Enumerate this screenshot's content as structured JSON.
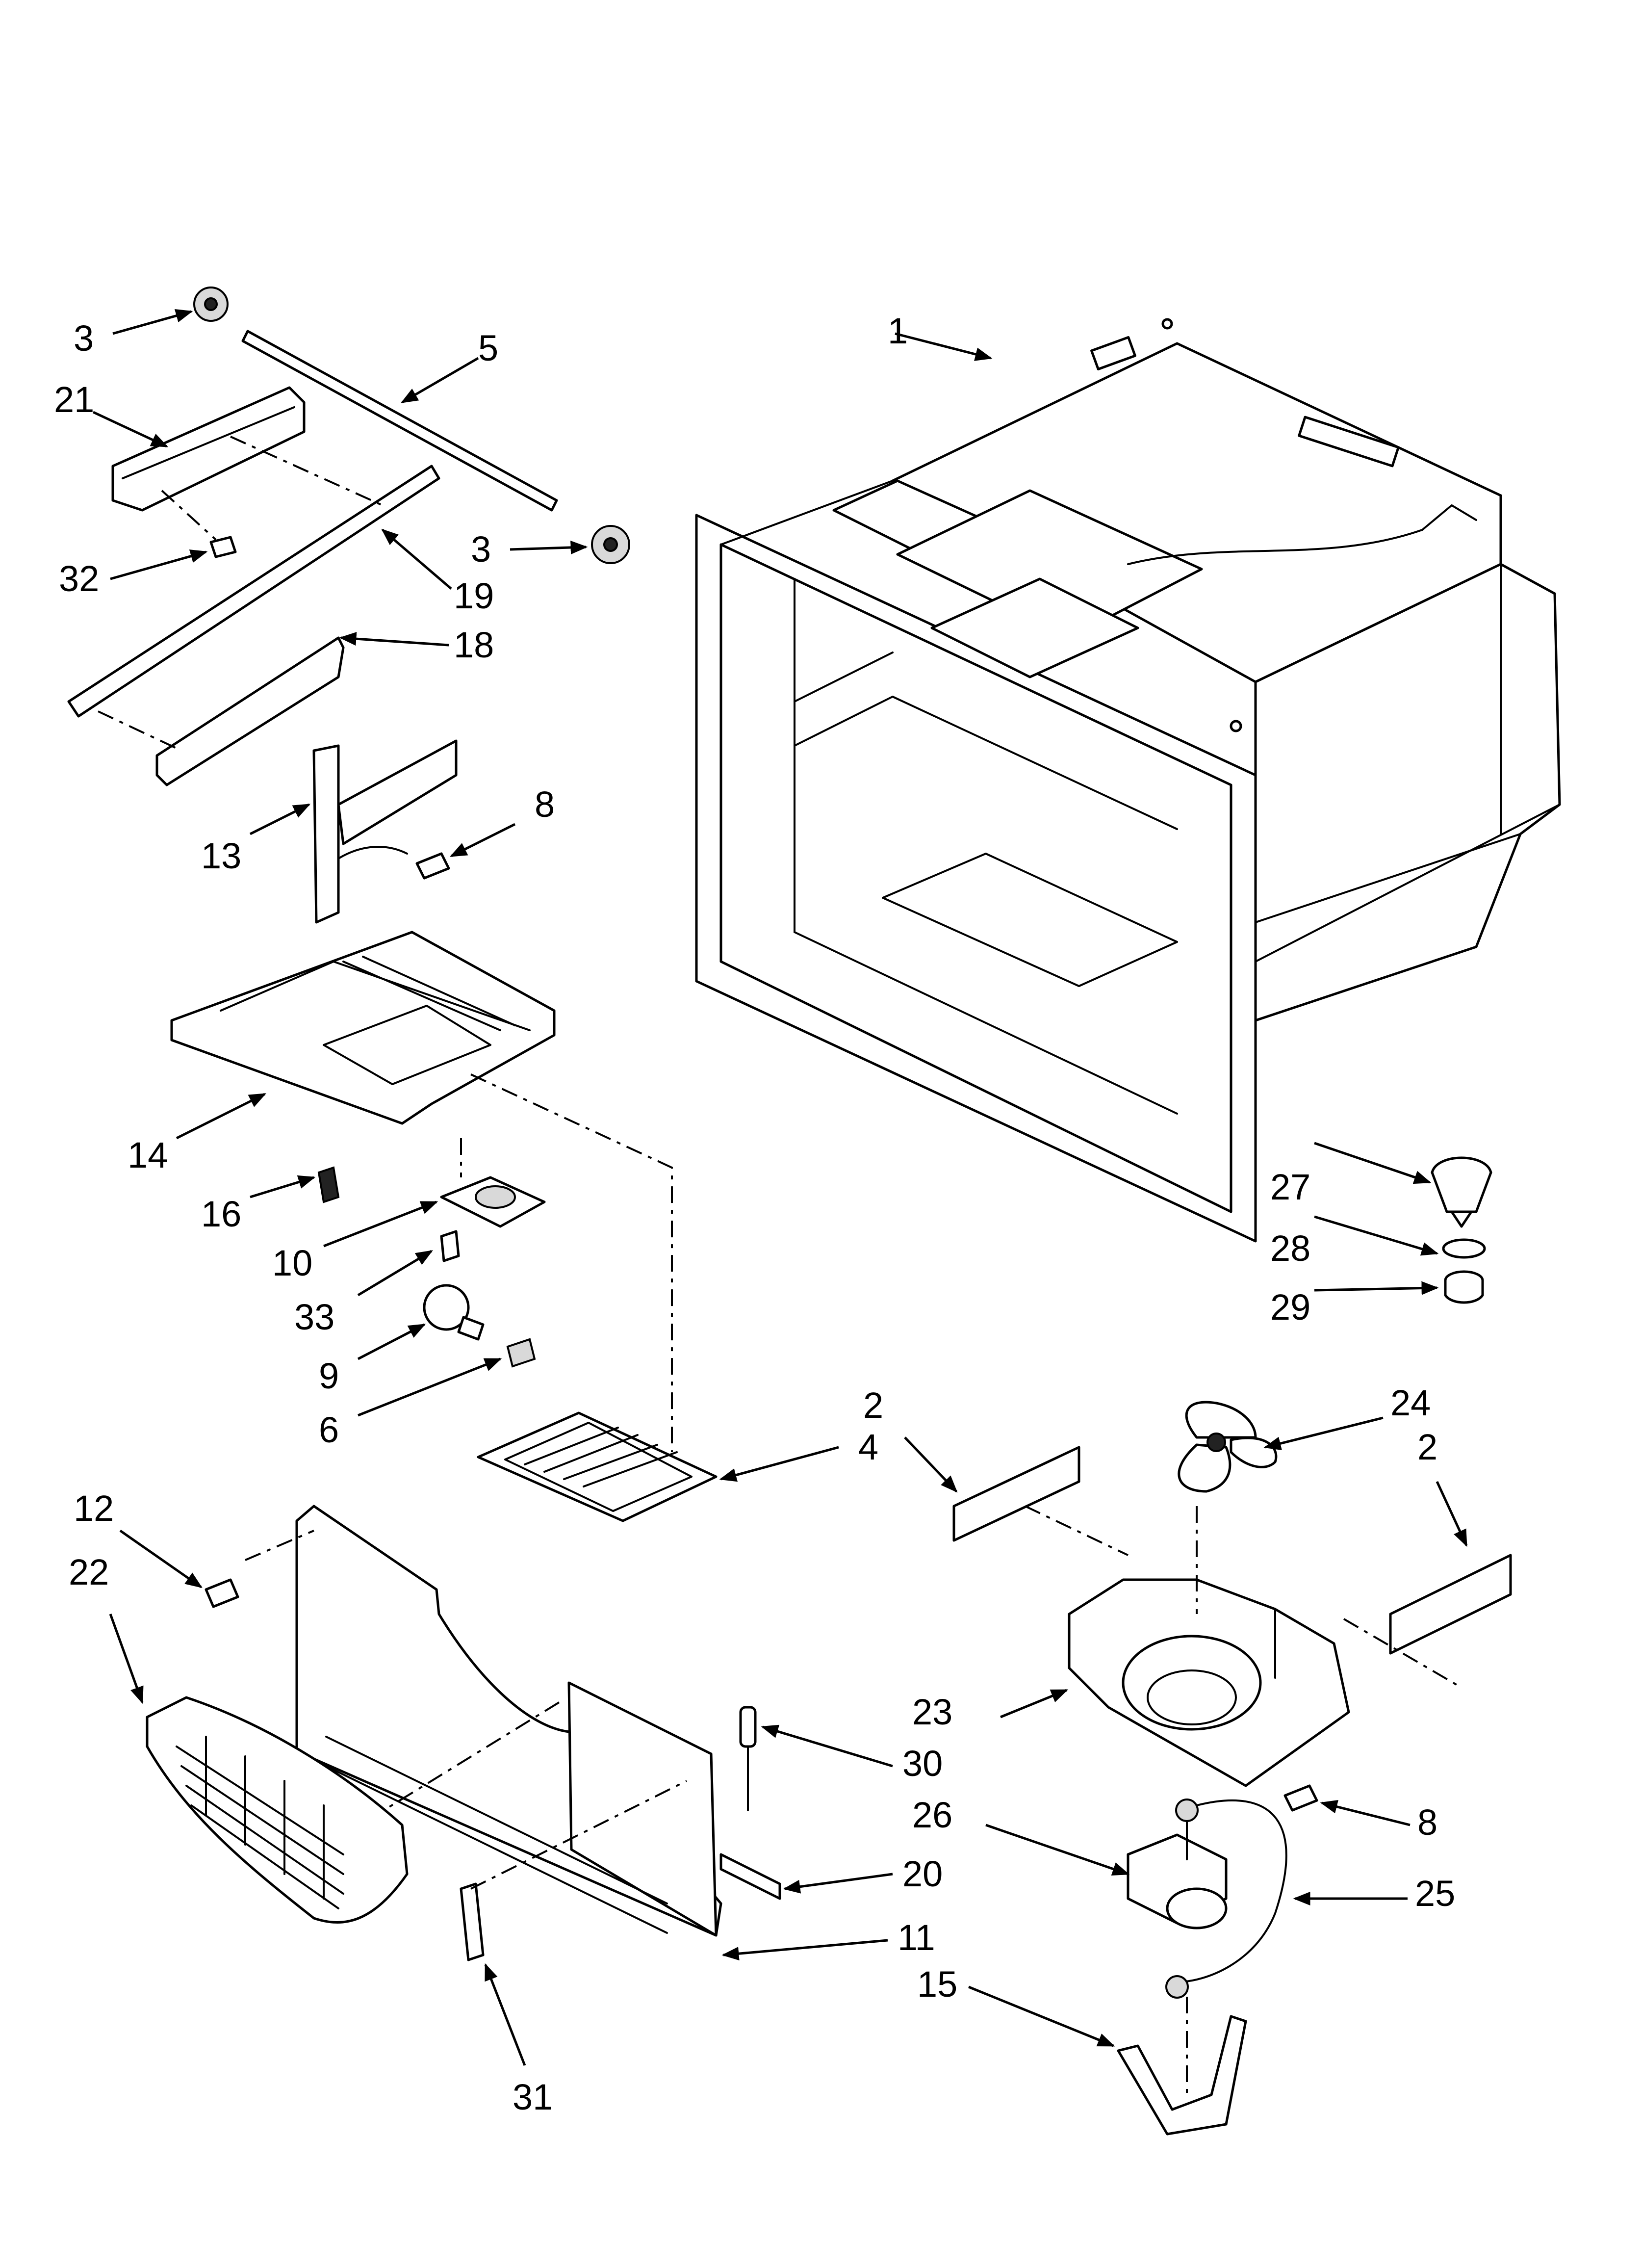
{
  "callouts": [
    {
      "id": "c1",
      "text": "1"
    },
    {
      "id": "c2a",
      "text": "2"
    },
    {
      "id": "c2b",
      "text": "2"
    },
    {
      "id": "c3a",
      "text": "3"
    },
    {
      "id": "c3b",
      "text": "3"
    },
    {
      "id": "c4",
      "text": "4"
    },
    {
      "id": "c5",
      "text": "5"
    },
    {
      "id": "c6",
      "text": "6"
    },
    {
      "id": "c8a",
      "text": "8"
    },
    {
      "id": "c8b",
      "text": "8"
    },
    {
      "id": "c9",
      "text": "9"
    },
    {
      "id": "c10",
      "text": "10"
    },
    {
      "id": "c11",
      "text": "11"
    },
    {
      "id": "c12",
      "text": "12"
    },
    {
      "id": "c13",
      "text": "13"
    },
    {
      "id": "c14",
      "text": "14"
    },
    {
      "id": "c15",
      "text": "15"
    },
    {
      "id": "c16",
      "text": "16"
    },
    {
      "id": "c18",
      "text": "18"
    },
    {
      "id": "c19",
      "text": "19"
    },
    {
      "id": "c20",
      "text": "20"
    },
    {
      "id": "c21",
      "text": "21"
    },
    {
      "id": "c22",
      "text": "22"
    },
    {
      "id": "c23",
      "text": "23"
    },
    {
      "id": "c24",
      "text": "24"
    },
    {
      "id": "c25",
      "text": "25"
    },
    {
      "id": "c26",
      "text": "26"
    },
    {
      "id": "c27",
      "text": "27"
    },
    {
      "id": "c28",
      "text": "28"
    },
    {
      "id": "c29",
      "text": "29"
    },
    {
      "id": "c30",
      "text": "30"
    },
    {
      "id": "c31",
      "text": "31"
    },
    {
      "id": "c32",
      "text": "32"
    },
    {
      "id": "c33",
      "text": "33"
    }
  ]
}
